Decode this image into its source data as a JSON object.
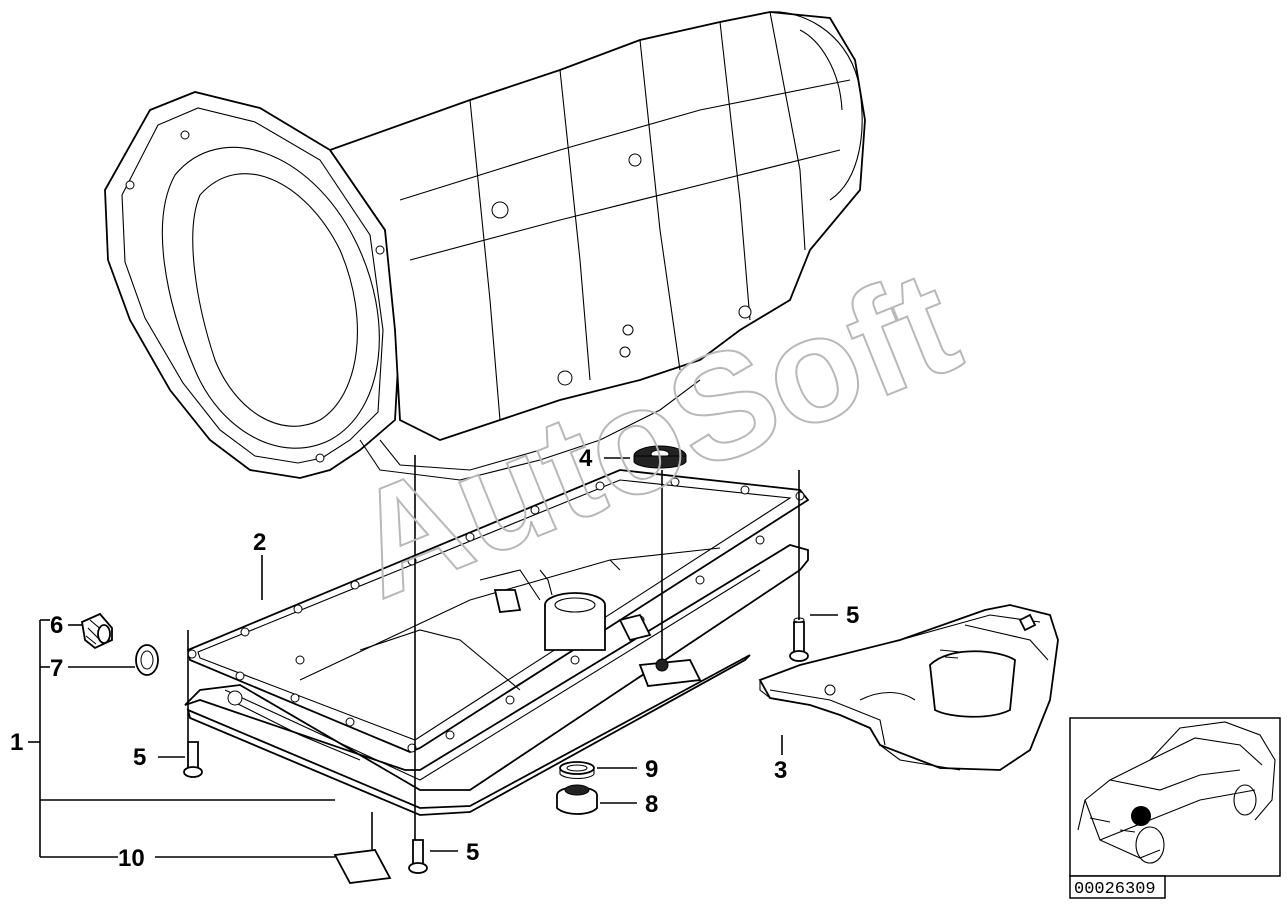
{
  "diagram": {
    "watermark": "AutoSoft",
    "reference_number": "00026309",
    "callouts": {
      "c1": "1",
      "c2": "2",
      "c3": "3",
      "c4": "4",
      "c5a": "5",
      "c5b": "5",
      "c5c": "5",
      "c6": "6",
      "c7": "7",
      "c8": "8",
      "c9": "9",
      "c10": "10"
    }
  }
}
